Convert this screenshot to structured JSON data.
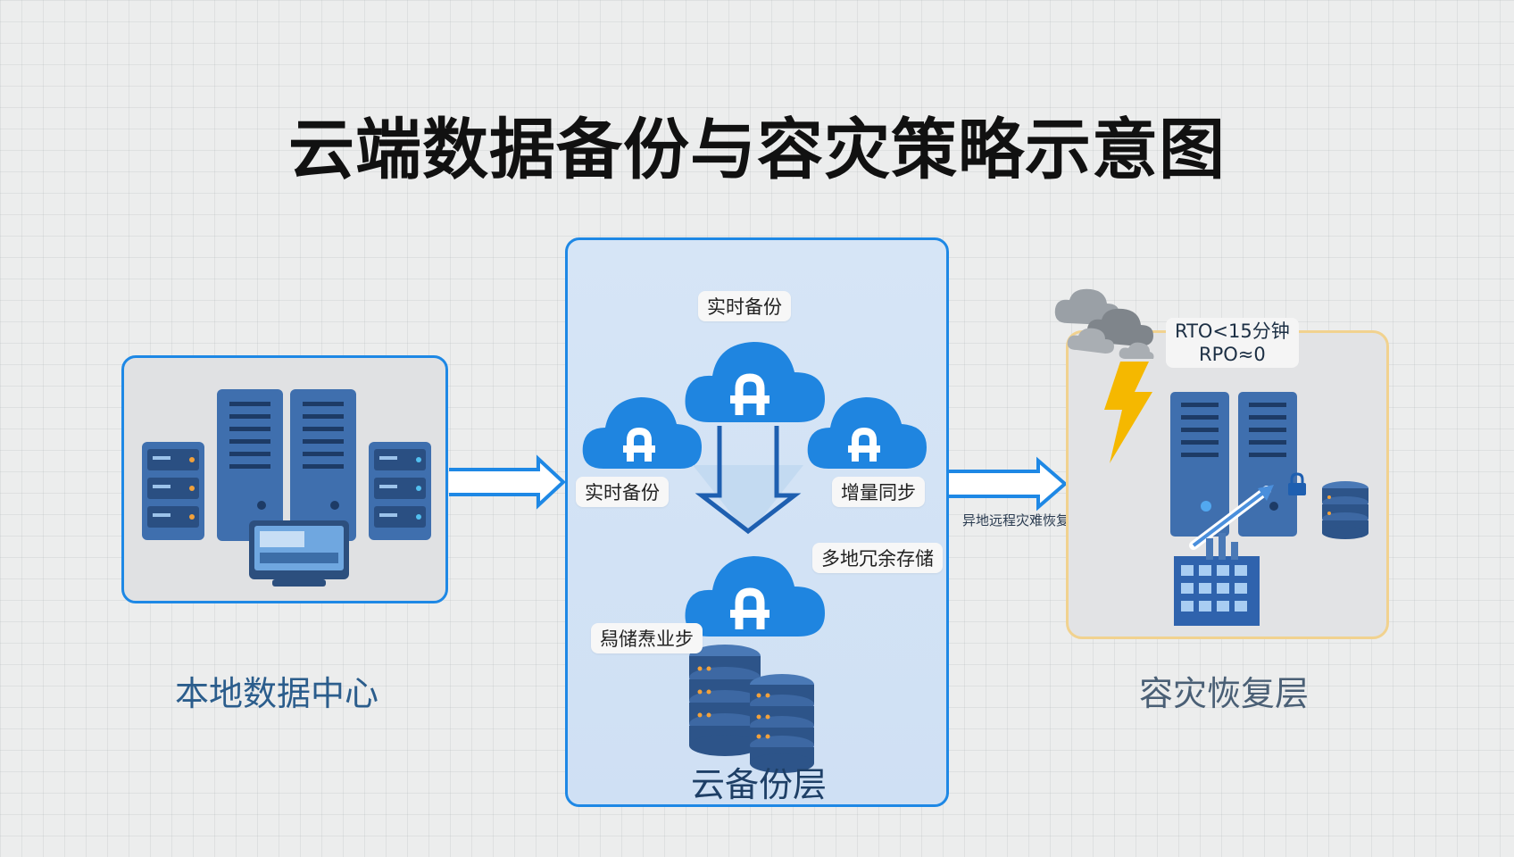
{
  "title": "云端数据备份与容灾策略示意图",
  "sections": {
    "local": {
      "label": "本地数据中心"
    },
    "cloud": {
      "label": "云备份层"
    },
    "disaster_recovery": {
      "label": "容灾恢复层"
    }
  },
  "cloud_labels": {
    "top_backup": "实时备份",
    "left_backup": "实时备份",
    "incremental_sync": "增量同步",
    "multi_site": "多地冗余存储",
    "storage_sync": "舄储焘业步"
  },
  "arrow_caption": "异地远程灾难恢复中心",
  "metrics": {
    "rto": "RTO<15分钟",
    "rpo": "RPO≈0"
  },
  "colors": {
    "accent_blue": "#1e88e5",
    "server_blue": "#3f6fae",
    "cloud_blue": "#1f85e0",
    "dr_border": "#f1d28f",
    "lightning": "#f5b800",
    "title": "#111111",
    "section_label": "#2b5d8c"
  },
  "icons": [
    "server-icon",
    "monitor-icon",
    "cloud-upload-icon",
    "database-icon",
    "storm-cloud-icon",
    "lightning-icon",
    "building-icon",
    "arrow-right-icon",
    "arrow-down-icon"
  ]
}
